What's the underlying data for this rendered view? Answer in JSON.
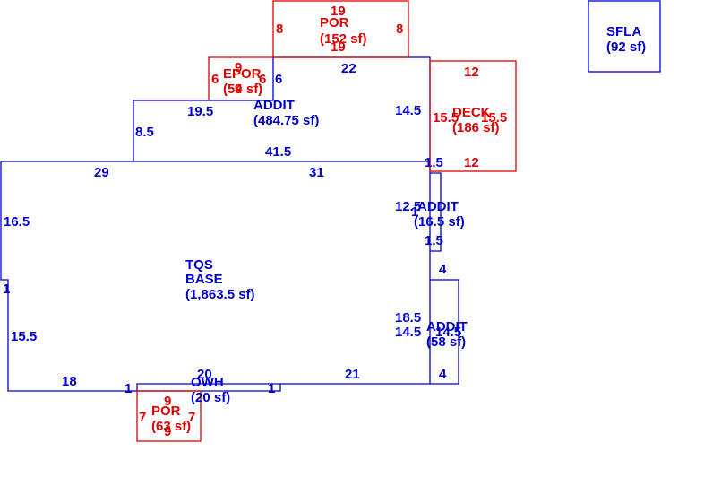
{
  "colors": {
    "blue": "#0000cc",
    "red": "#dd0000"
  },
  "areas": {
    "base": {
      "line1": "TQS",
      "line2": "BASE",
      "area": "(1,863.5 sf)"
    },
    "addit_top": {
      "name": "ADDIT",
      "area": "(484.75 sf)"
    },
    "addit_mid": {
      "name": "ADDIT",
      "area": "(16.5 sf)"
    },
    "addit_low": {
      "name": "ADDIT",
      "area": "(58 sf)"
    },
    "owh": {
      "name": "OWH",
      "area": "(20 sf)"
    },
    "sfla": {
      "name": "SFLA",
      "area": "(92 sf)"
    },
    "por_top": {
      "name": "POR",
      "area": "(152 sf)"
    },
    "epor": {
      "name": "EPOR",
      "area": "(54 sf)"
    },
    "deck": {
      "name": "DECK",
      "area": "(186 sf)"
    },
    "por_bottom": {
      "name": "POR",
      "area": "(63 sf)"
    }
  },
  "dims": {
    "base_top_left": "29",
    "base_top_right": "31",
    "base_left_upper": "16.5",
    "base_notch": "1",
    "base_left_lower": "15.5",
    "base_bottom_left": "18",
    "base_bottom_1a": "1",
    "base_bottom_1b": "1",
    "base_bottom_right": "21",
    "base_owh_20": "20",
    "addit_top_bottom": "41.5",
    "addit_top_top": "22",
    "addit_top_left": "8.5",
    "addit_top_step": "19.5",
    "addit_top_step_v": "6",
    "addit_top_right": "14.5",
    "addit_mid_side": "12.5",
    "addit_mid_left": "1",
    "addit_mid_top": "1.5",
    "addit_mid_bottom": "1.5",
    "addit_low_top": "4",
    "addit_low_bottom": "4",
    "addit_low_left": "18.5",
    "addit_low_mid": "14.5",
    "addit_low_right": "14.5",
    "por_top_top": "19",
    "por_top_bottom": "19",
    "por_top_left": "8",
    "por_top_right": "8",
    "epor_top": "9",
    "epor_left": "6",
    "epor_right": "6",
    "epor_bottom": "9",
    "deck_top": "12",
    "deck_bottom": "12",
    "deck_left": "15.5",
    "deck_right": "15.5",
    "por_bottom_top": "9",
    "por_bottom_left": "7",
    "por_bottom_right": "7",
    "por_bottom_bottom": "9",
    "owh_top": "20"
  }
}
